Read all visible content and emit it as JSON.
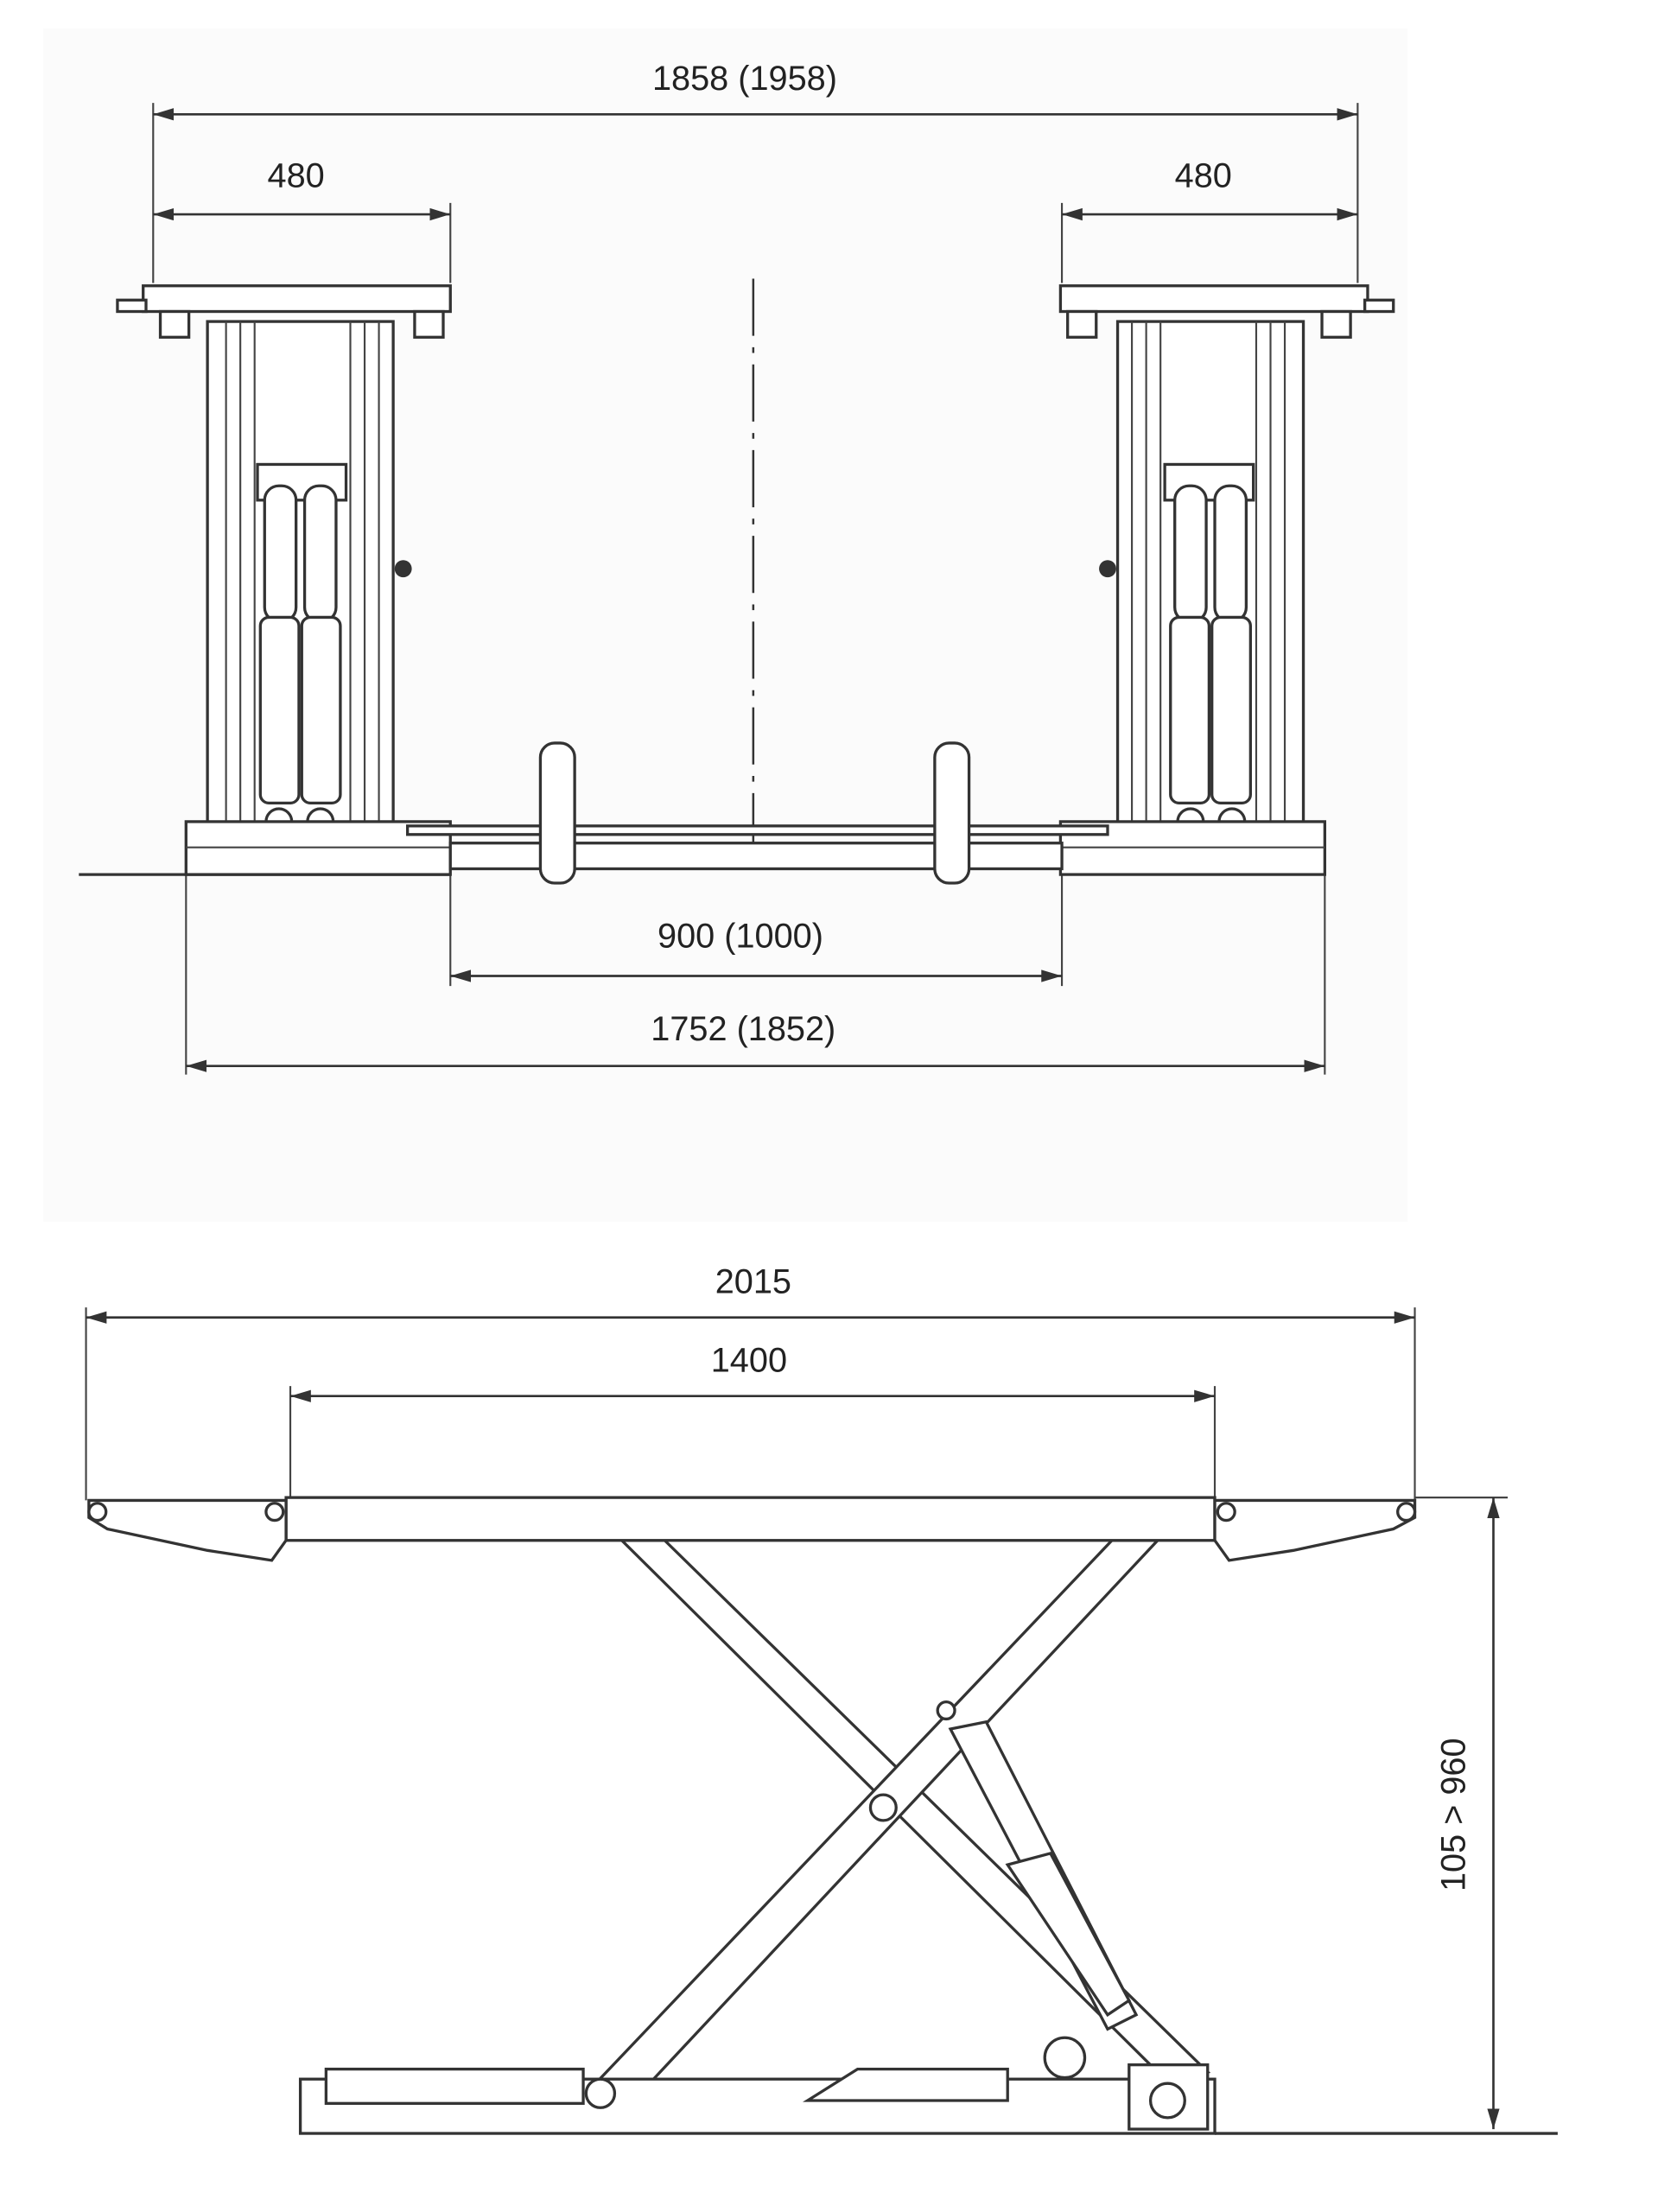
{
  "front_view": {
    "overall_width": "1858 (1958)",
    "left_platform_width": "480",
    "right_platform_width": "480",
    "inner_gap": "900 (1000)",
    "base_width": "1752 (1852)"
  },
  "side_view": {
    "overall_length": "2015",
    "platform_length": "1400",
    "height_range": "105 > 960"
  },
  "colors": {
    "line": "#333333",
    "background": "#ffffff"
  }
}
